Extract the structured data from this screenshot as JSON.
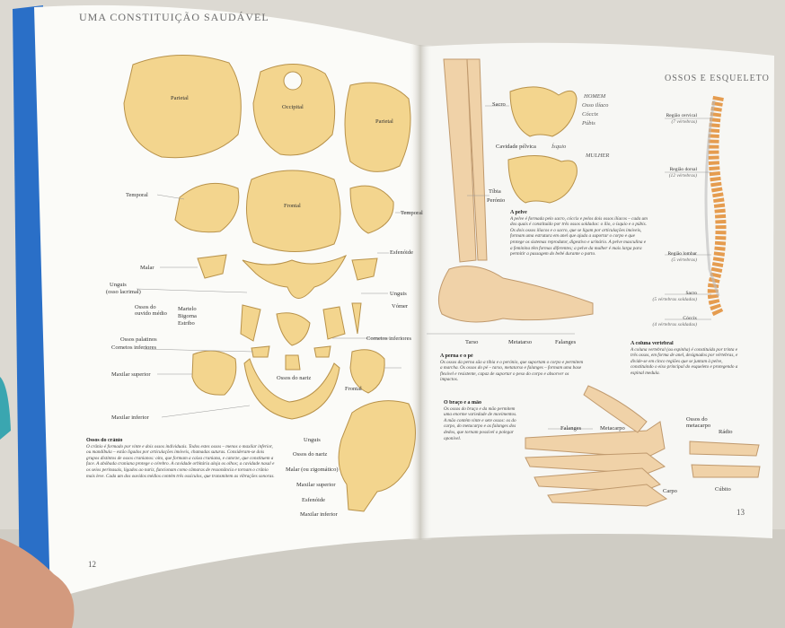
{
  "colors": {
    "bone": "#f3d58e",
    "bone_shadow": "#d9b566",
    "page": "#fbfbf8",
    "spine_blue": "#2a6fc7",
    "vertebra": "#e59c4f"
  },
  "left_page": {
    "running_head": "UMA CONSTITUIÇÃO SAUDÁVEL",
    "page_number": "12",
    "skull_plate_labels": {
      "parietal_left": "Parietal",
      "occipital": "Occipital",
      "parietal_right": "Parietal",
      "frontal": "Frontal"
    },
    "labels": {
      "temporal_left": "Temporal",
      "temporal_right": "Temporal",
      "esfenoide": "Esfenóide",
      "malar": "Malar",
      "unguis_left": "Unguis",
      "unguis_left_sub": "(osso lacrimal)",
      "unguis_right": "Unguis",
      "ossos_ouvido": "Ossos do ouvido médio",
      "martelo": "Martelo",
      "bigorna": "Bigorna",
      "estribo": "Estribo",
      "vomer": "Vómer",
      "ossos_palatinos": "Ossos palatinos",
      "cornetos_left": "Cornetos inferiores",
      "cornetos_right": "Cornetos inferiores",
      "maxilar_superior": "Maxilar superior",
      "ossos_nariz": "Ossos do nariz",
      "maxilar_inferior": "Maxilar inferior",
      "frontal_skull": "Frontal",
      "unguis_skull": "Unguis",
      "ossos_nariz_skull": "Ossos do nariz",
      "malar_skull": "Malar (ou zigomático)",
      "maxilar_sup_skull": "Maxilar superior",
      "esfenoide_skull": "Esfenóide",
      "maxilar_inf_skull": "Maxilar inferior"
    },
    "text_block": {
      "heading": "Ossos do crânio",
      "body": "O crânio é formado por vinte e dois ossos individuais. Todos estes ossos – menos o maxilar inferior, ou mandíbula – estão ligados por articulações imóveis, chamadas suturas. Consideram-se dois grupos distintos de ossos cranianos: oito, que formam a caixa craniana, e catorze, que constituem a face. A abóbada craniana protege o cérebro. A cavidade orbitária aloja os olhos; a cavidade nasal e os seios perinasais, ligados ao nariz, funcionam como câmaras de ressonância e tornam o crânio mais leve. Cada um dos ouvidos médios contém três ossículos, que transmitem as vibrações sonoras."
    }
  },
  "right_page": {
    "running_head": "OSSOS E ESQUELETO",
    "page_number": "13",
    "pelvis": {
      "homem": "HOMEM",
      "mulher": "MULHER",
      "sacro": "Sacro",
      "osso_iliaco": "Osso ilíaco",
      "coccix": "Cóccix",
      "pubis": "Púbis",
      "cavidade": "Cavidade pélvica",
      "isquio": "Ísquio"
    },
    "leg_labels": {
      "tibia": "Tíbia",
      "perone": "Perónio",
      "tarso": "Tarso",
      "metatarso": "Metatarso",
      "falanges": "Falanges"
    },
    "pelve_text": {
      "heading": "A pelve",
      "body": "A pelve é formada pelo sacro, cóccix e pelos dois ossos ilíacos – cada um dos quais é constituído por três ossos soldados: o ílio, o ísquio e o púbis. Os dois ossos ilíacos e o sacro, que se ligam por articulações imóveis, formam uma estrutura em anel que ajuda a suportar o corpo e que protege os sistemas reprodutor, digestivo e urinário. A pelve masculina e a feminina têm formas diferentes; a pelve da mulher é mais larga para permitir a passagem do bebé durante o parto."
    },
    "pe_text": {
      "heading": "A perna e o pé",
      "body": "Os ossos da perna são a tíbia e o perónio, que suportam o corpo e permitem a marcha. Os ossos do pé – tarso, metatarso e falanges – formam uma base flexível e resistente, capaz de suportar o peso do corpo e absorver os impactos."
    },
    "mao_text": {
      "heading": "O braço e a mão",
      "body": "Os ossos do braço e da mão permitem uma enorme variedade de movimentos. A mão contém vinte e sete ossos: os do carpo, do metacarpo e as falanges dos dedos, que tornam possível o polegar oponível."
    },
    "coluna_text": {
      "heading": "A coluna vertebral",
      "body": "A coluna vertebral (ou espinha) é constituída por trinta e três ossos, em forma de anel, designados por vértebras, e divide-se em cinco regiões que se juntam à pelve, constituindo o eixo principal do esqueleto e protegendo a espinal medula."
    },
    "spine_labels": [
      {
        "name": "Região cervical",
        "sub": "(7 vértebras)"
      },
      {
        "name": "Região dorsal",
        "sub": "(12 vértebras)"
      },
      {
        "name": "Região lombar",
        "sub": "(5 vértebras)"
      },
      {
        "name": "Sacro",
        "sub": "(5 vértebras soldadas)"
      },
      {
        "name": "Cóccix",
        "sub": "(4 vértebras soldadas)"
      }
    ],
    "hand_labels": {
      "falanges": "Falanges",
      "metacarpo": "Metacarpo",
      "ossos_metacarpo": "Ossos do metacarpo",
      "radio": "Rádio",
      "carpo": "Carpo",
      "cubito": "Cúbito"
    }
  }
}
